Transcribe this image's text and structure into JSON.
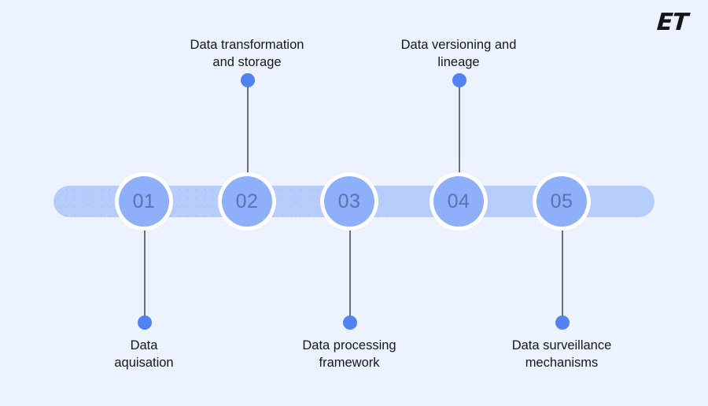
{
  "brand": {
    "logo_text": "ET"
  },
  "colors": {
    "background": "#edf3fe",
    "track": "#b6ccfb",
    "milestone_fill": "#8eb0fb",
    "milestone_ring": "#ffffff",
    "milestone_number": "#5a72ad",
    "connector_dot": "#5282f0",
    "connector_line": "#6b6f76",
    "label_text": "#15171a"
  },
  "timeline": {
    "steps": [
      {
        "number": "01",
        "label": "Data\naquisation",
        "label_position": "below"
      },
      {
        "number": "02",
        "label": "Data transformation\nand storage",
        "label_position": "above"
      },
      {
        "number": "03",
        "label": "Data processing\nframework",
        "label_position": "below"
      },
      {
        "number": "04",
        "label": "Data versioning and\nlineage",
        "label_position": "above"
      },
      {
        "number": "05",
        "label": "Data surveillance\nmechanisms",
        "label_position": "below"
      }
    ]
  }
}
